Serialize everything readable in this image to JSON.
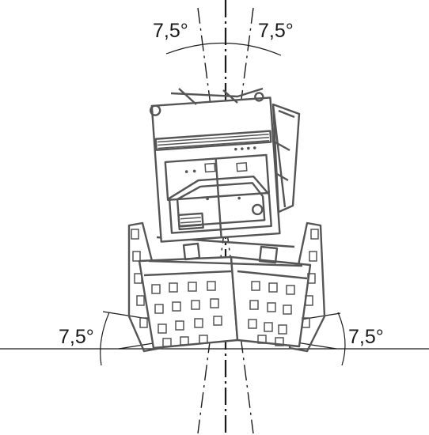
{
  "angle_labels": {
    "top_left": "7,5°",
    "top_right": "7,5°",
    "bottom_left": "7,5°",
    "bottom_right": "7,5°"
  },
  "colors": {
    "line": "#1a1a1a",
    "machine": "#555555",
    "background": "#ffffff"
  }
}
